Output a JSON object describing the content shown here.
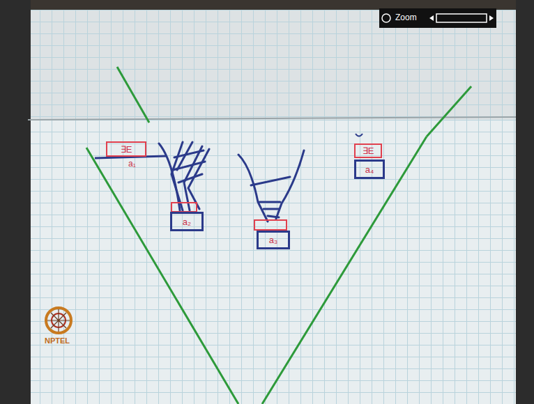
{
  "diagram": {
    "nodes": [
      {
        "text": [
          "∃E"
        ]
      },
      {
        "text": [
          "∃E"
        ]
      },
      {
        "text": [
          "a₄"
        ]
      },
      {
        "text": [
          "a₂"
        ]
      },
      {
        "text": [
          "a₃"
        ]
      }
    ],
    "labels": [
      "a₁",
      "Zoom",
      "NPTEL"
    ]
  }
}
